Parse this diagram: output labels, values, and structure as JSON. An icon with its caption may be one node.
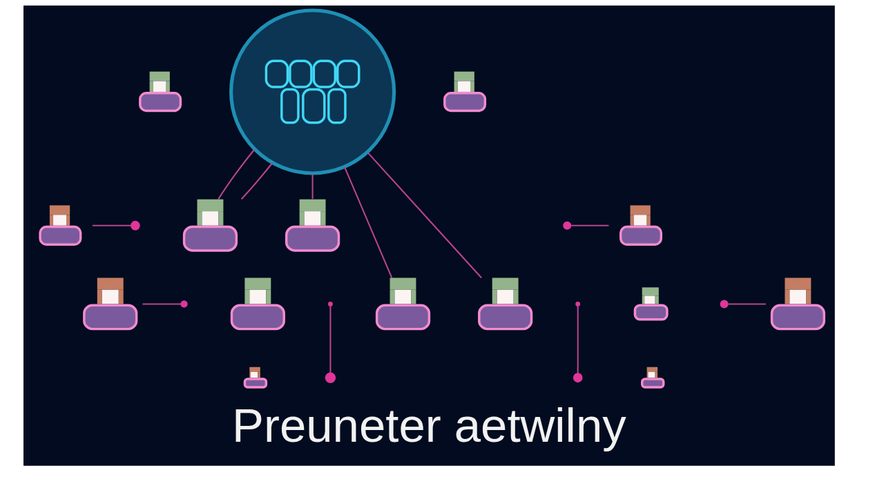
{
  "diagram": {
    "title": "Preuneter aetwilny",
    "nodes": [
      {
        "text": [],
        "shape": "circle"
      },
      {
        "text": [],
        "shape": "person"
      },
      {
        "text": [],
        "shape": "person"
      },
      {
        "text": [],
        "shape": "person"
      },
      {
        "text": [],
        "shape": "circle"
      },
      {
        "text": [],
        "shape": "person"
      },
      {
        "text": [],
        "shape": "person"
      },
      {
        "text": [],
        "shape": "circle"
      },
      {
        "text": [],
        "shape": "person"
      },
      {
        "text": [],
        "shape": "person"
      },
      {
        "text": [],
        "shape": "circle"
      },
      {
        "text": [],
        "shape": "person"
      },
      {
        "text": [],
        "shape": "circle"
      },
      {
        "text": [],
        "shape": "person"
      },
      {
        "text": [],
        "shape": "person"
      },
      {
        "text": [],
        "shape": "circle"
      },
      {
        "text": [],
        "shape": "person"
      },
      {
        "text": [],
        "shape": "circle"
      },
      {
        "text": [],
        "shape": "person"
      },
      {
        "text": [],
        "shape": "circle"
      },
      {
        "text": [],
        "shape": "circle"
      },
      {
        "text": [],
        "shape": "person"
      },
      {
        "text": [],
        "shape": "person"
      }
    ],
    "edges": [
      {
        "from": 0,
        "to": 5,
        "arrow": "none"
      },
      {
        "from": 0,
        "to": 5,
        "arrow": "none"
      },
      {
        "from": 0,
        "to": 13,
        "arrow": "none"
      },
      {
        "from": 0,
        "to": 6,
        "arrow": "none"
      },
      {
        "from": 0,
        "to": 14,
        "arrow": "none"
      },
      {
        "from": 3,
        "to": 4,
        "arrow": "none"
      },
      {
        "from": 7,
        "to": 8,
        "arrow": "none"
      },
      {
        "from": 9,
        "to": 10,
        "arrow": "none"
      },
      {
        "from": 12,
        "to": 19,
        "arrow": "none"
      },
      {
        "from": 15,
        "to": 20,
        "arrow": "none"
      },
      {
        "from": 17,
        "to": 18,
        "arrow": "none"
      }
    ]
  }
}
